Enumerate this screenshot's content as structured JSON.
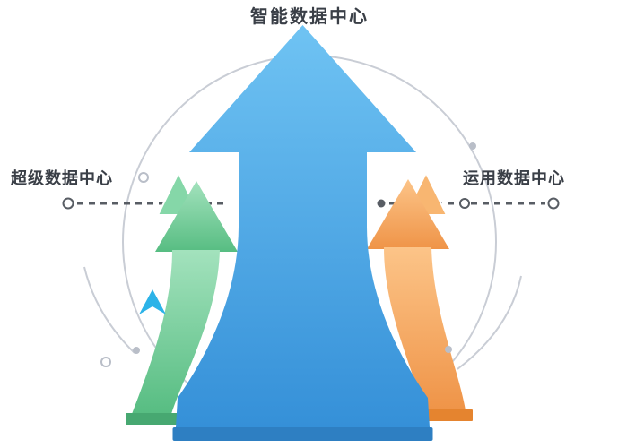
{
  "diagram": {
    "labels": {
      "top": "智能数据中心",
      "left": "超级数据中心",
      "right": "运用数据中心"
    },
    "icons": {
      "up_arrow_marker": "chevron-up"
    },
    "colors": {
      "blue_light": "#6fc3f3",
      "blue_deep": "#3590d8",
      "blue_base": "#2e7fc2",
      "green_light": "#a3e2bd",
      "green_deep": "#57bd82",
      "green_peak": "#85d7a8",
      "green_base": "#47a871",
      "orange_light": "#fcc488",
      "orange_deep": "#ef9448",
      "orange_peak": "#f8b671",
      "orange_base": "#e5842f",
      "teal": "#2cb3e8",
      "circle_gray": "#c9cdd5",
      "ring_gray": "#b9bec8",
      "dash_dark": "#585d64",
      "text": "#3a3f47"
    }
  }
}
